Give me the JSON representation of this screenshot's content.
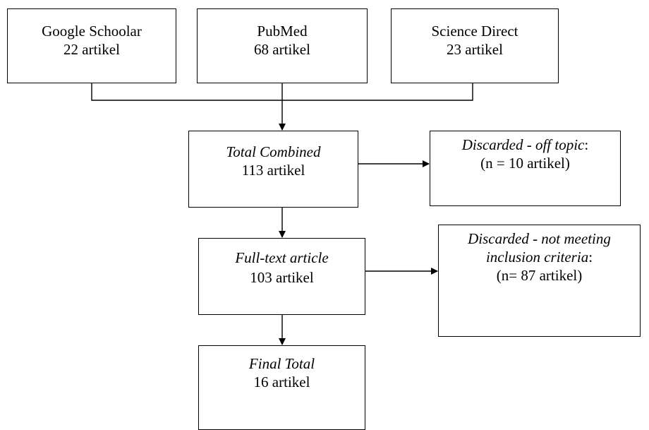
{
  "sources": [
    {
      "name": "Google Schoolar",
      "count": "22 artikel"
    },
    {
      "name": "PubMed",
      "count": "68 artikel"
    },
    {
      "name": "Science Direct",
      "count": "23 artikel"
    }
  ],
  "combined": {
    "label": "Total Combined",
    "count": "113 artikel"
  },
  "discard_offtopic": {
    "label": "Discarded - off topic",
    "suffix": ":",
    "count": "(n = 10 artikel)"
  },
  "fulltext": {
    "label": "Full-text article",
    "count": "103 artikel"
  },
  "discard_criteria": {
    "line1": "Discarded - not meeting",
    "line2": "inclusion criteria",
    "suffix": ":",
    "count": "(n= 87 artikel)"
  },
  "final": {
    "label": "Final Total",
    "count": "16 artikel"
  }
}
